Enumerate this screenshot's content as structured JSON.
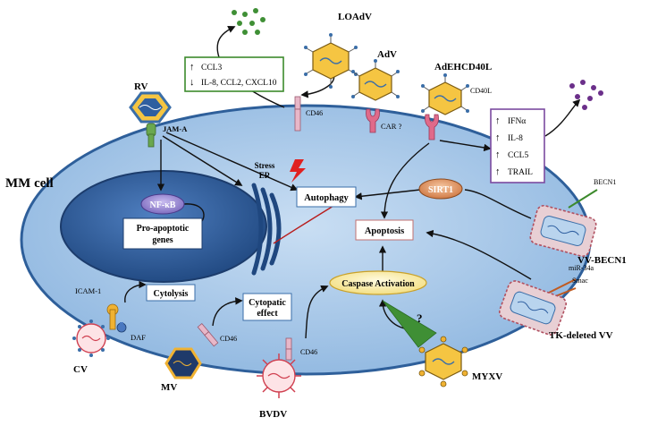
{
  "cell": {
    "title": "MM cell",
    "nucleus_items": {
      "nfkb": "NF-κB",
      "genes_line1": "Pro-apoptotic",
      "genes_line2": "genes"
    },
    "er": {
      "line1": "Stress",
      "line2": "ER"
    }
  },
  "boxes": {
    "autophagy": "Autophagy",
    "apoptosis": "Apoptosis",
    "cytolysis": "Cytolysis",
    "cytopatic_line1": "Cytopatic",
    "cytopatic_line2": "effect",
    "caspase": "Caspase Activation",
    "sirt1": "SIRT1"
  },
  "cytokine_box_1": {
    "up_arrow": "↑",
    "down_arrow": "↓",
    "up_text": "CCL3",
    "down_text": "IL-8, CCL2, CXCL10"
  },
  "cytokine_box_2": {
    "arrow": "↑",
    "items": [
      "IFNα",
      "IL-8",
      "CCL5",
      "TRAIL"
    ]
  },
  "viruses": {
    "loadv": "LOAdV",
    "adv": "AdV",
    "adehcd40l": "AdEHCD40L",
    "rv": "RV",
    "cv": "CV",
    "mv": "MV",
    "bvdv": "BVDV",
    "myxv": "MYXV",
    "vv_becn1": "VV-BECN1",
    "tk_vv": "TK-deleted VV"
  },
  "receptors": {
    "jam_a": "JAM-A",
    "cd46_top": "CD46",
    "car": "CAR ?",
    "cd40l": "CD40L",
    "icam1": "ICAM-1",
    "daf": "DAF",
    "cd46_mv": "CD46",
    "cd46_bvdv": "CD46",
    "becn1": "BECN1",
    "mir34a": "miR-34a",
    "smac": "Smac",
    "question": "?"
  },
  "colors": {
    "cell_fill": "#9cc3e6",
    "cell_stroke": "#2e5f9a",
    "nucleus_fill": "#2f5fa0",
    "nfkb_fill": "#8d7cc4",
    "sirt1_fill": "#d98a55",
    "caspase_fill": "#fff3b0",
    "box1_border": "#3c8a2c",
    "box2_border": "#7b4aa0",
    "dots_green": "#3f8f35",
    "dots_purple": "#6b2f8a",
    "arrow_red": "#b81d1d"
  }
}
